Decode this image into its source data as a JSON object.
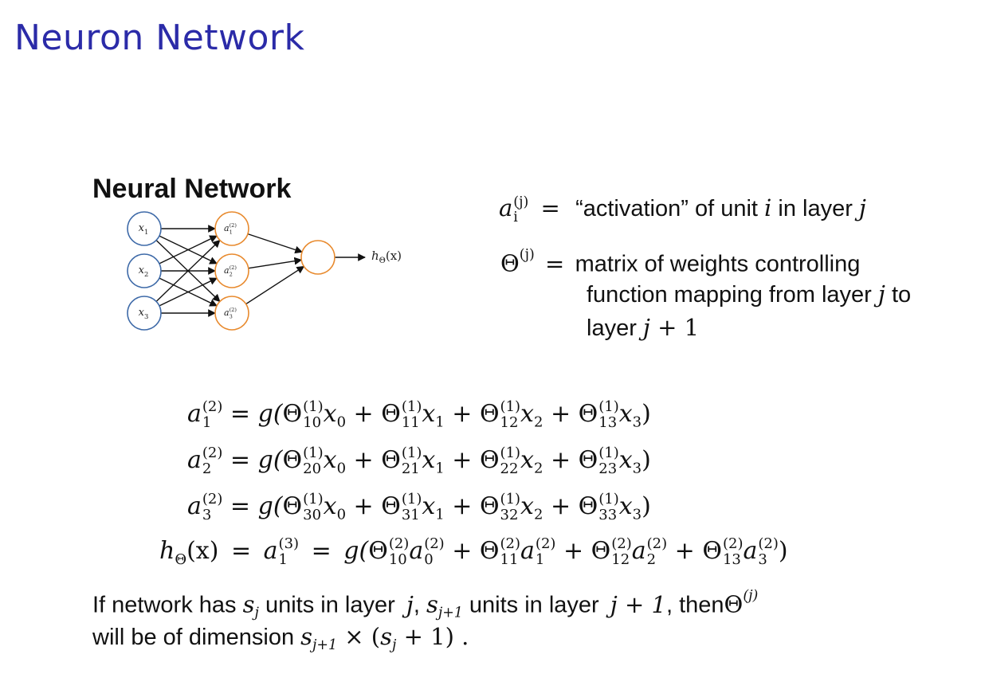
{
  "slide": {
    "title": "Neuron Network",
    "section_heading": "Neural Network"
  },
  "diagram": {
    "input_nodes": [
      {
        "base": "x",
        "sub": "1"
      },
      {
        "base": "x",
        "sub": "2"
      },
      {
        "base": "x",
        "sub": "3"
      }
    ],
    "hidden_nodes": [
      {
        "base": "a",
        "sup": "(2)",
        "sub": "1"
      },
      {
        "base": "a",
        "sup": "(2)",
        "sub": "2"
      },
      {
        "base": "a",
        "sup": "(2)",
        "sub": "3"
      }
    ],
    "output_label": {
      "base": "h",
      "sub": "Θ",
      "arg": "(x)"
    },
    "colors": {
      "input_stroke": "#3e6aa8",
      "hidden_stroke": "#e88a2e",
      "edge": "#111111"
    }
  },
  "definitions": {
    "activation": {
      "sym_base": "a",
      "sym_sup": "(j)",
      "sym_sub": "i",
      "eq": "=",
      "t1": "“activation” of unit ",
      "v1": "i",
      "t2": " in layer ",
      "v2": "j"
    },
    "theta": {
      "sym": "Θ",
      "sym_sup": "(j)",
      "eq": "=",
      "line1": "matrix of weights controlling",
      "line2_text": "function mapping from layer ",
      "line2_var": "j",
      "line2_end": " to",
      "line3_text": "layer ",
      "line3_var": "j",
      "line3_rest": " + 1"
    }
  },
  "equations": [
    {
      "lhs_base": "a",
      "lhs_sup": "(2)",
      "lhs_sub": "1",
      "row": "1"
    },
    {
      "lhs_base": "a",
      "lhs_sup": "(2)",
      "lhs_sub": "2",
      "row": "2"
    },
    {
      "lhs_base": "a",
      "lhs_sup": "(2)",
      "lhs_sub": "3",
      "row": "3"
    }
  ],
  "eq_common": {
    "eq": "=",
    "g_open": "g(",
    "theta": "Θ",
    "sup1": "(1)",
    "plus": "+",
    "close": ")",
    "x": "x"
  },
  "output_equation": {
    "lhs": "h",
    "lhs_sub": "Θ",
    "lhs_arg": "(x)",
    "eq": "=",
    "a3_base": "a",
    "a3_sup": "(3)",
    "a3_sub": "1",
    "g_open": "g(",
    "theta": "Θ",
    "sup2": "(2)",
    "plus": "+",
    "close": ")",
    "terms": [
      {
        "th_sub": "10",
        "a_sup": "(2)",
        "a_sub": "0"
      },
      {
        "th_sub": "11",
        "a_sup": "(2)",
        "a_sub": "1"
      },
      {
        "th_sub": "12",
        "a_sup": "(2)",
        "a_sub": "2"
      },
      {
        "th_sub": "13",
        "a_sup": "(2)",
        "a_sub": "3"
      }
    ]
  },
  "note": {
    "p1": "If network has ",
    "s": "s",
    "sj": "j",
    "p2": " units in layer ",
    "j": "j",
    "comma": ", ",
    "sj1": "j+1",
    "p3": " units in layer ",
    "j1": "j + 1",
    "p4": ", then",
    "theta": "Θ",
    "theta_sup": "(j)",
    "l2_p1": "will be of dimension ",
    "times": " × (",
    "plus1": " + 1)",
    "end": " ."
  }
}
